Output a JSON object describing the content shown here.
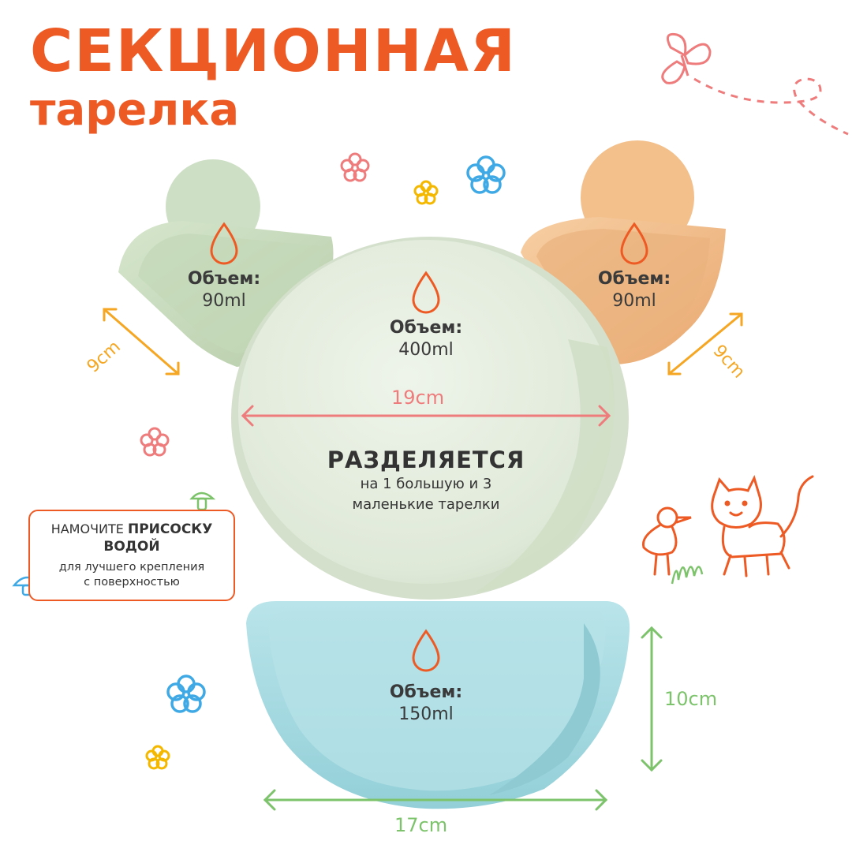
{
  "title": {
    "line1": "СЕКЦИОННАЯ",
    "line2": "тарелка"
  },
  "sections": {
    "green": {
      "key": "Объем:",
      "value": "90ml",
      "width": "9cm"
    },
    "orange": {
      "key": "Объем:",
      "value": "90ml",
      "width": "9cm"
    },
    "center": {
      "key": "Объем:",
      "value": "400ml",
      "diameter": "19cm"
    },
    "blue": {
      "key": "Объем:",
      "value": "150ml",
      "height": "10cm",
      "width": "17cm"
    }
  },
  "feature": {
    "heading": "РАЗДЕЛЯЕТСЯ",
    "line1": "на 1 большую и 3",
    "line2": "маленькие тарелки"
  },
  "tip": {
    "prefix": "НАМОЧИТЕ",
    "bold1": "ПРИСОСКУ",
    "bold2": "ВОДОЙ",
    "line2": "для лучшего крепления",
    "line3": "с поверхностью"
  },
  "colors": {
    "accent": "#ee5a24",
    "green_plate": "#c9dcc0",
    "orange_plate": "#f3c08c",
    "center_plate": "#e2ecdc",
    "blue_plate": "#a9dce3",
    "dim_orange": "#f5a623",
    "dim_pink": "#ef7c7c",
    "dim_green": "#7cc36b"
  },
  "icons": [
    "drop-icon",
    "flower-icon",
    "butterfly-icon",
    "mushroom-icon",
    "cat-doodle",
    "bird-doodle"
  ]
}
